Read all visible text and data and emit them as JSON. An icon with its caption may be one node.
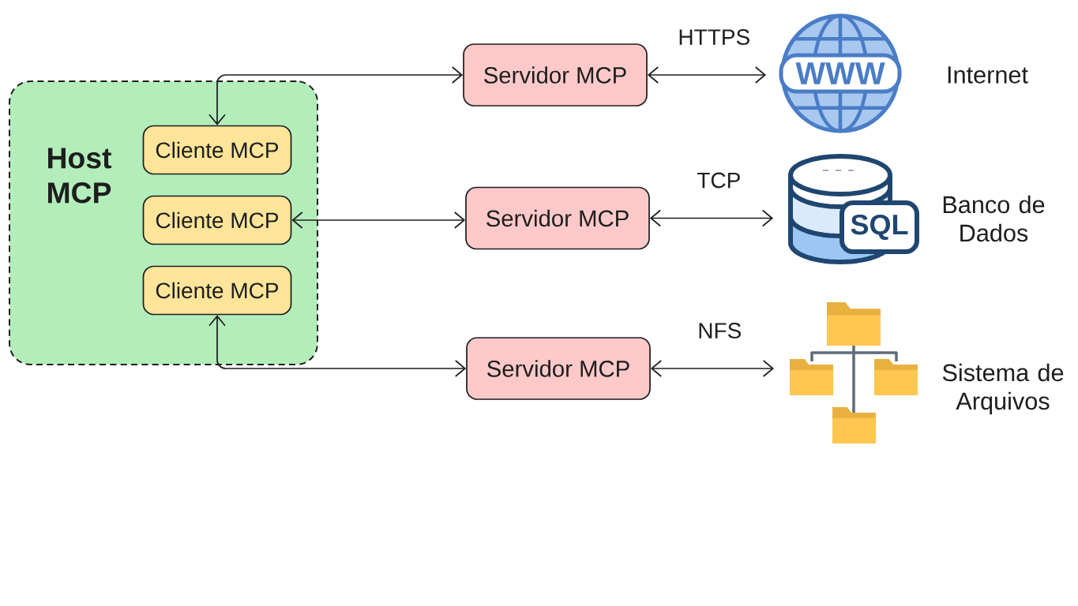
{
  "diagram": {
    "nodes": [
      {
        "text": [
          "Host MCP"
        ]
      },
      {
        "text": [
          "Cliente MCP"
        ],
        "in": 0
      },
      {
        "text": [
          "Cliente MCP"
        ],
        "in": 0
      },
      {
        "text": [
          "Cliente MCP"
        ],
        "in": 0
      },
      {
        "text": [
          "Servidor MCP"
        ]
      },
      {
        "text": [
          "Servidor MCP"
        ]
      },
      {
        "text": [
          "Servidor MCP"
        ]
      },
      {
        "text": [
          "WWW"
        ],
        "beside": [
          "Internet"
        ]
      },
      {
        "text": [
          "SQL"
        ],
        "beside": [
          "Banco de Dados"
        ]
      },
      {
        "text": [],
        "shape": "picture",
        "beside": [
          "Sistema de Arquivos"
        ]
      }
    ],
    "edges": [
      {
        "from": 1,
        "to": 4,
        "arrow": "both"
      },
      {
        "from": 2,
        "to": 5,
        "arrow": "both"
      },
      {
        "from": 3,
        "to": 6,
        "arrow": "both"
      },
      {
        "from": 4,
        "to": 7,
        "arrow": "both",
        "label": "HTTPS"
      },
      {
        "from": 5,
        "to": 8,
        "arrow": "both",
        "label": "TCP"
      },
      {
        "from": 6,
        "to": 9,
        "arrow": "both",
        "label": "NFS"
      }
    ]
  }
}
